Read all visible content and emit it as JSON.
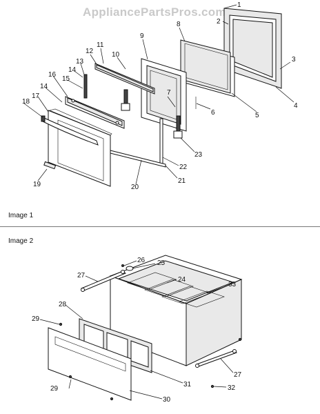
{
  "watermark": "AppliancePartsPros.com",
  "sections": {
    "image1_label": "Image 1",
    "image2_label": "Image 2"
  },
  "callouts_image1": [
    "1",
    "2",
    "3",
    "4",
    "5",
    "6",
    "7",
    "8",
    "9",
    "10",
    "11",
    "12",
    "13",
    "14",
    "14",
    "15",
    "16",
    "17",
    "18",
    "19",
    "20",
    "21",
    "22",
    "23"
  ],
  "callouts_image2": [
    "24",
    "25",
    "26",
    "27",
    "27",
    "28",
    "29",
    "29",
    "30",
    "31",
    "32",
    "33"
  ]
}
